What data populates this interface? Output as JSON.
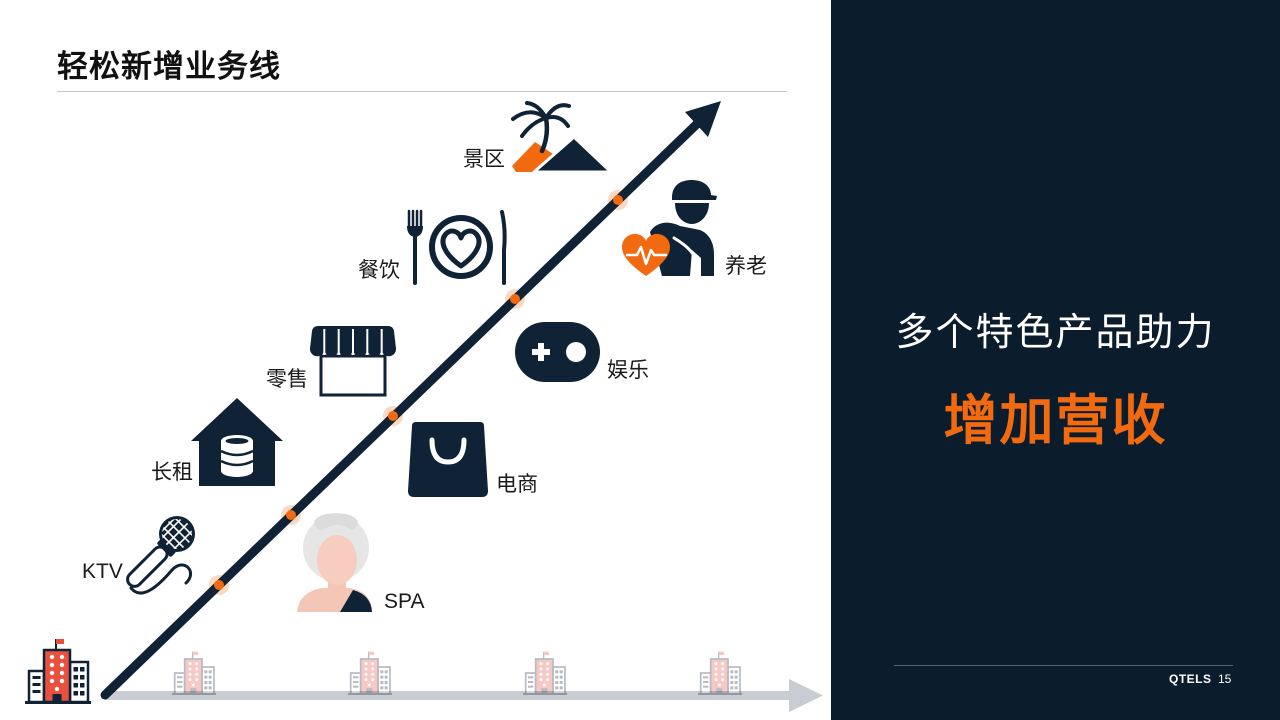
{
  "slide": {
    "title": "轻松新增业务线"
  },
  "business_lines": [
    {
      "label": "KTV",
      "icon": "microphone-icon"
    },
    {
      "label": "SPA",
      "icon": "spa-woman-icon"
    },
    {
      "label": "长租",
      "icon": "house-coins-icon"
    },
    {
      "label": "电商",
      "icon": "shopping-bag-icon"
    },
    {
      "label": "零售",
      "icon": "storefront-icon"
    },
    {
      "label": "娱乐",
      "icon": "game-controller-icon"
    },
    {
      "label": "餐饮",
      "icon": "dining-icon"
    },
    {
      "label": "养老",
      "icon": "elderly-care-icon"
    },
    {
      "label": "景区",
      "icon": "scenic-area-icon"
    }
  ],
  "decor_icons": [
    "hotel-building-icon"
  ],
  "summary": {
    "subtitle": "多个特色产品助力",
    "headline": "增加营收"
  },
  "footer": {
    "logo": "QTELS",
    "page_number": "15"
  },
  "colors": {
    "navy": "#0f2236",
    "panel_background": "#0b1c2c",
    "accent": "#f26a10",
    "baseline_arrow": "#c9ccd3",
    "label_text": "#1a1a1a"
  }
}
